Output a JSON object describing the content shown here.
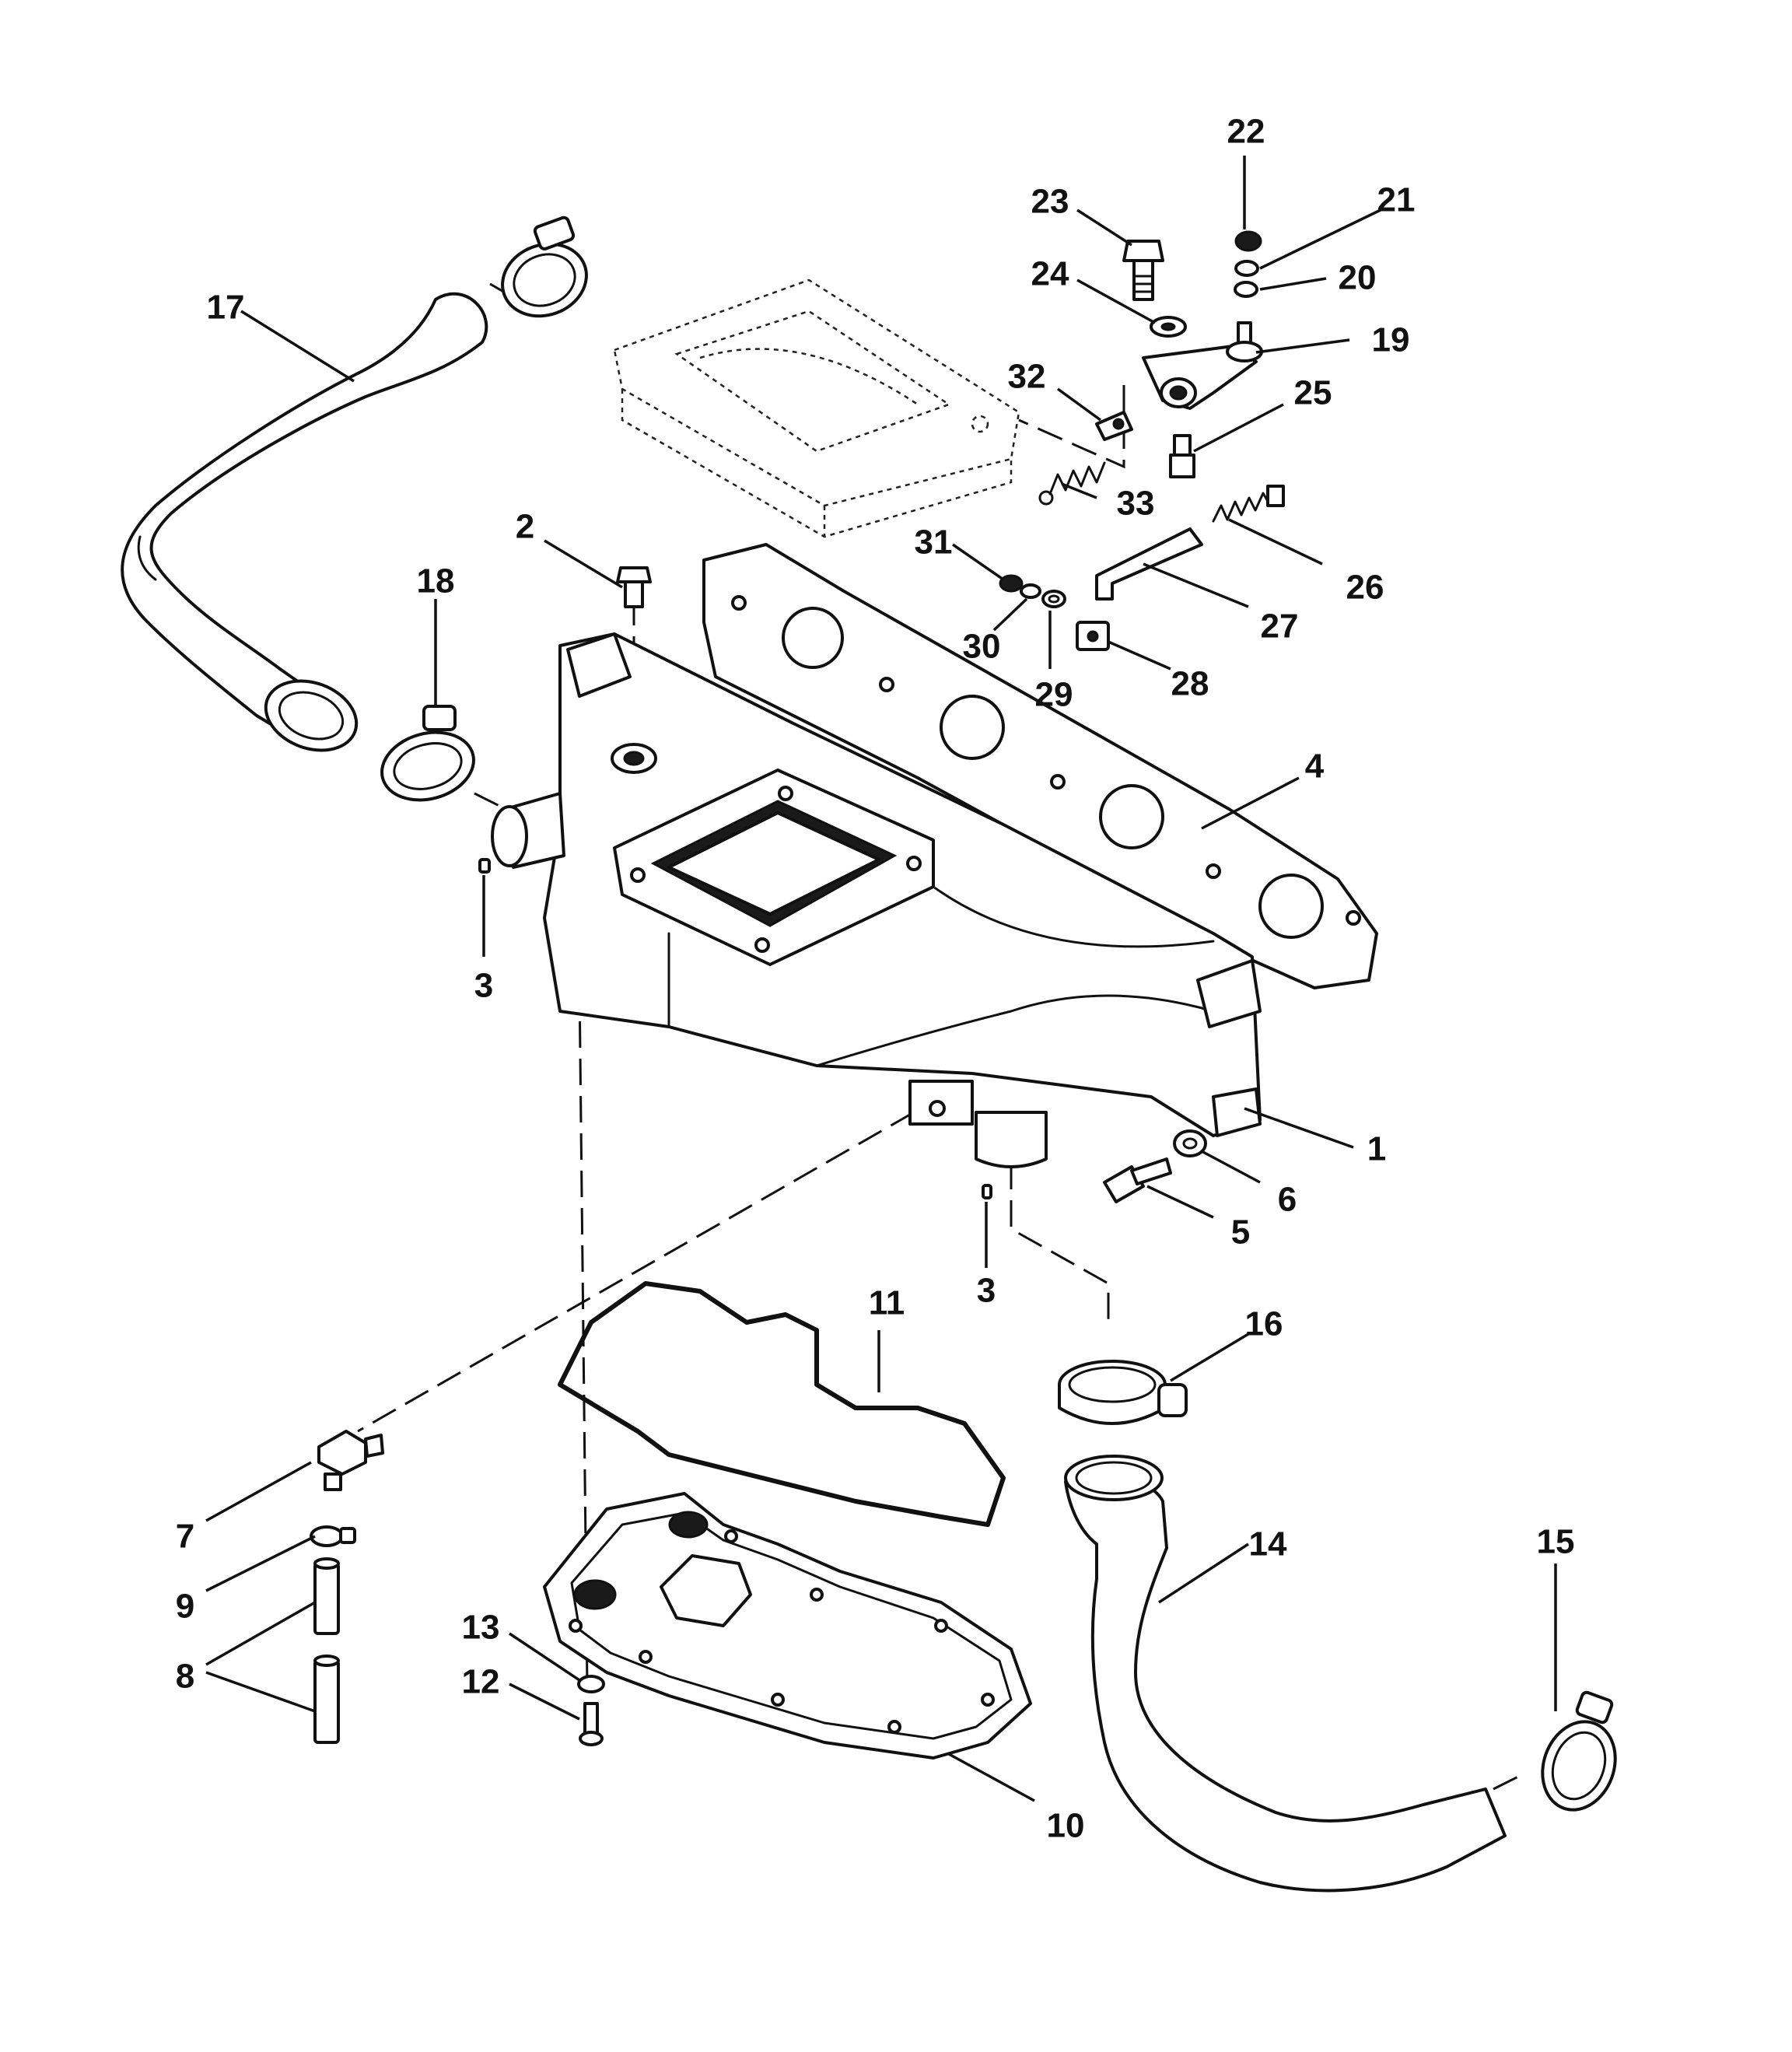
{
  "callouts": {
    "c1": "1",
    "c2": "2",
    "c3a": "3",
    "c3b": "3",
    "c4": "4",
    "c5": "5",
    "c6": "6",
    "c7": "7",
    "c8": "8",
    "c9": "9",
    "c10": "10",
    "c11": "11",
    "c12": "12",
    "c13": "13",
    "c14": "14",
    "c15": "15",
    "c16": "16",
    "c17": "17",
    "c18": "18",
    "c19": "19",
    "c20": "20",
    "c21": "21",
    "c22": "22",
    "c23": "23",
    "c24": "24",
    "c25": "25",
    "c26": "26",
    "c27": "27",
    "c28": "28",
    "c29": "29",
    "c30": "30",
    "c31": "31",
    "c32": "32",
    "c33": "33"
  }
}
